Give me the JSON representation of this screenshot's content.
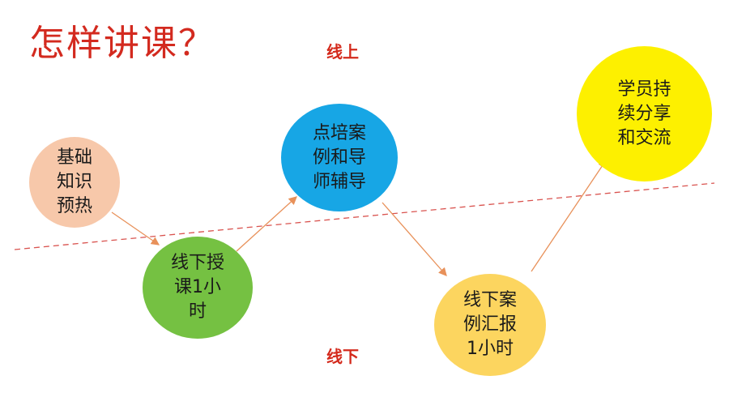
{
  "title": "怎样讲课？",
  "zones": {
    "online": "线上",
    "offline": "线下"
  },
  "nodes": [
    {
      "text": "基础\n知识\n预热",
      "color": "#f7c8aa"
    },
    {
      "text": "线下授\n课1小\n时",
      "color": "#75c142"
    },
    {
      "text": "点培案\n例和导\n师辅导",
      "color": "#17a6e5"
    },
    {
      "text": "线下案\n例汇报\n1小时",
      "color": "#fcd55f"
    },
    {
      "text": "学员持\n续分享\n和交流",
      "color": "#fdf000"
    }
  ],
  "colors": {
    "title": "#d32a1f",
    "zone_label": "#d42a1c",
    "divider": "#d9534f",
    "arrow": "#e8915a"
  }
}
